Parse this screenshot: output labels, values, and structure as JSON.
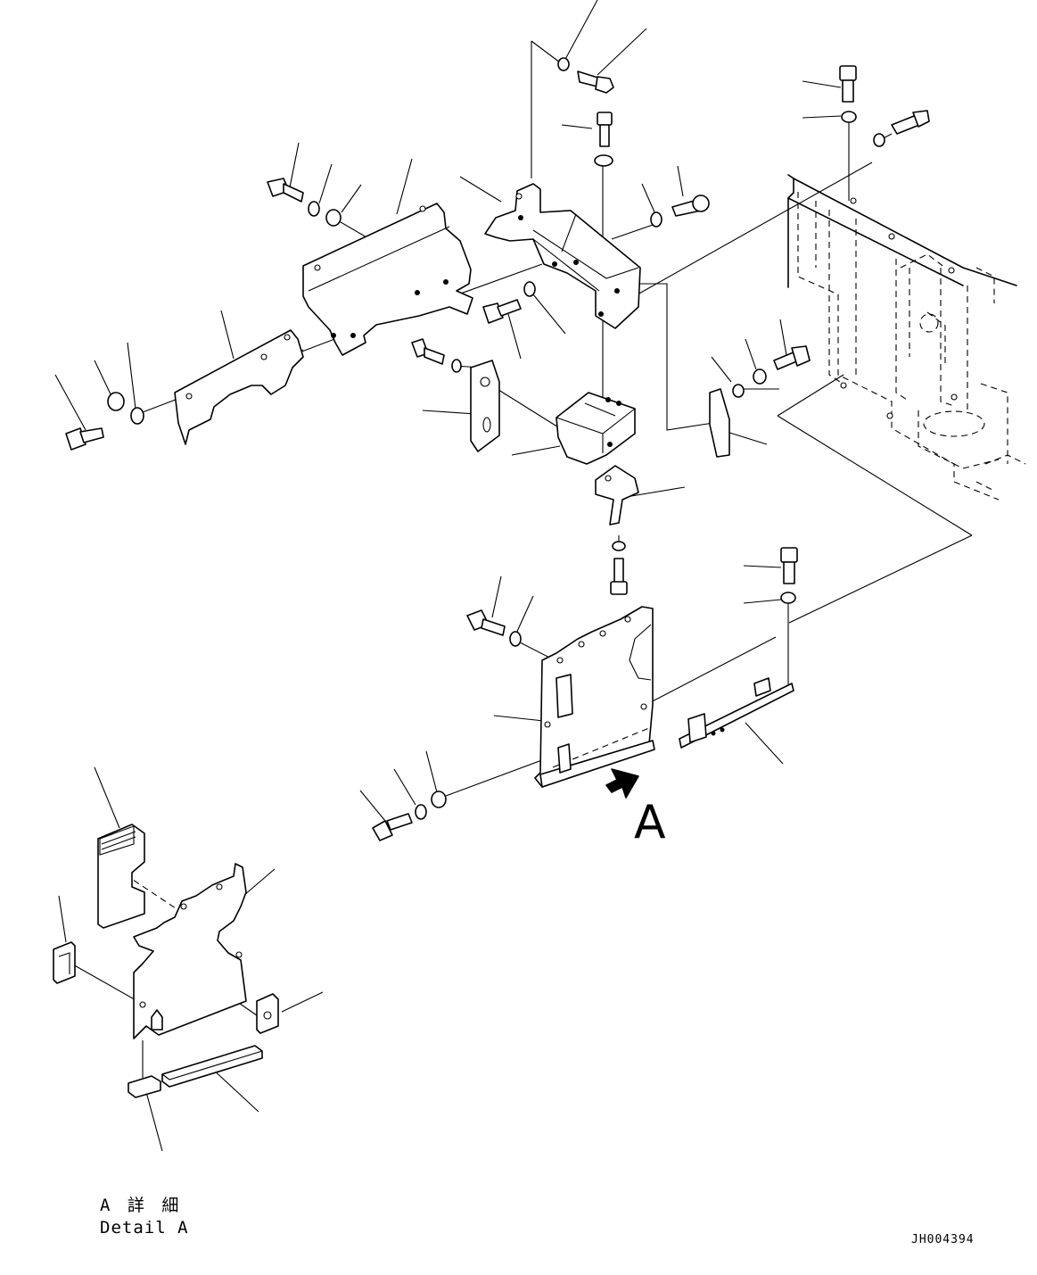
{
  "view_marker": "A",
  "detail_caption_jp": "A 詳 細",
  "detail_caption_en": "Detail A",
  "drawing_code": "JH004394"
}
